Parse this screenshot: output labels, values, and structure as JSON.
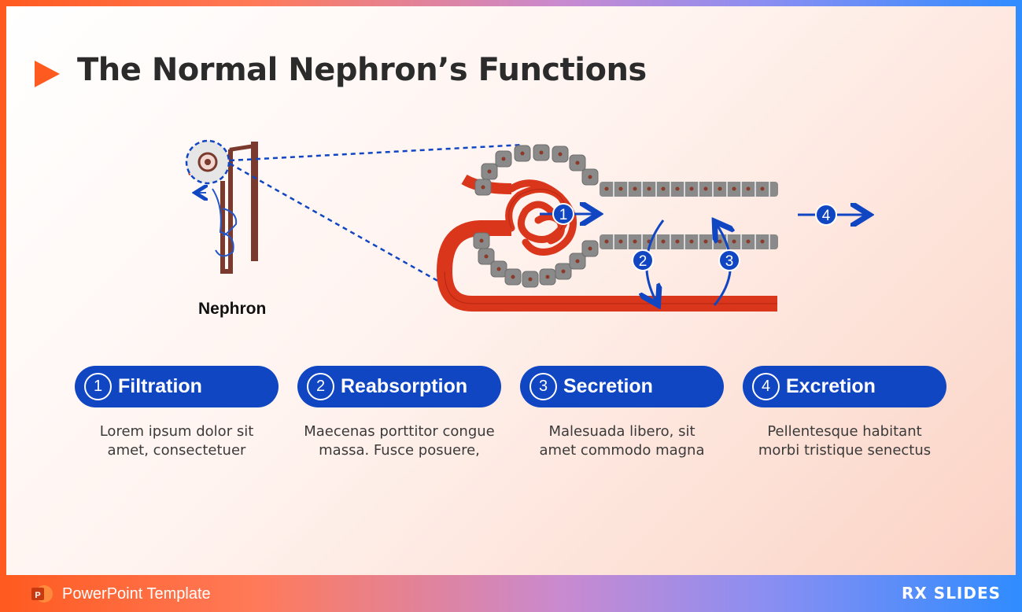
{
  "slide": {
    "title": "The Normal Nephron’s Functions",
    "nephron_label": "Nephron",
    "markers": [
      "1",
      "2",
      "3",
      "4"
    ]
  },
  "steps": [
    {
      "num": "1",
      "label": "Filtration",
      "desc_line1": "Lorem ipsum dolor sit",
      "desc_line2": "amet, consectetuer"
    },
    {
      "num": "2",
      "label": "Reabsorption",
      "desc_line1": "Maecenas porttitor congue",
      "desc_line2": "massa. Fusce posuere,"
    },
    {
      "num": "3",
      "label": "Secretion",
      "desc_line1": "Malesuada libero, sit",
      "desc_line2": "amet commodo magna"
    },
    {
      "num": "4",
      "label": "Excretion",
      "desc_line1": "Pellentesque habitant",
      "desc_line2": "morbi tristique senectus"
    }
  ],
  "footer": {
    "app_label": "PowerPoint Template",
    "ppt_icon_letter": "P",
    "logo_text": "RX SLIDES"
  },
  "colors": {
    "accent_orange": "#ff5a1f",
    "pill_blue": "#1146c3",
    "vessel_red": "#d9361b",
    "cell_gray": "#8a8a8a"
  }
}
